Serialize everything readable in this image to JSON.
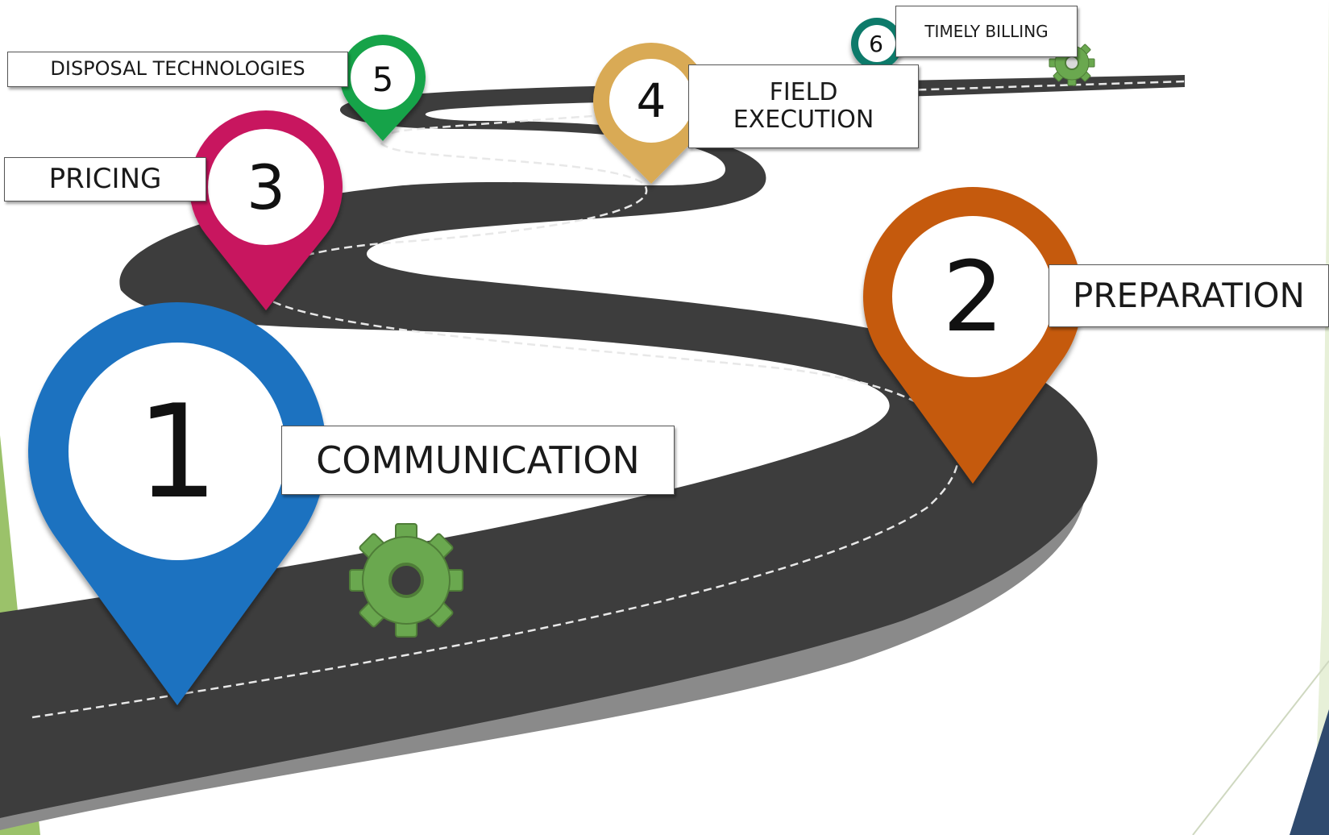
{
  "steps": [
    {
      "number": "1",
      "label": "COMMUNICATION",
      "color": "#1f72c0"
    },
    {
      "number": "2",
      "label": "PREPARATION",
      "color": "#c55a11"
    },
    {
      "number": "3",
      "label": "PRICING",
      "color": "#c8165e"
    },
    {
      "number": "4",
      "label": "FIELD EXECUTION",
      "color": "#d9aa55"
    },
    {
      "number": "5",
      "label": "DISPOSAL TECHNOLOGIES",
      "color": "#16a34a"
    },
    {
      "number": "6",
      "label": "TIMELY BILLING",
      "color": "#0f7a6a"
    }
  ],
  "colors": {
    "road": "#3d3d3d",
    "road_edge": "#8a8a8a",
    "gear": "#6aa84f",
    "accent_green": "#9bc26a",
    "accent_navy": "#2f4a6e"
  },
  "icons": {
    "gear_large": "gear-icon",
    "gear_small": "gear-icon",
    "map_pin": "map-pin-icon"
  }
}
